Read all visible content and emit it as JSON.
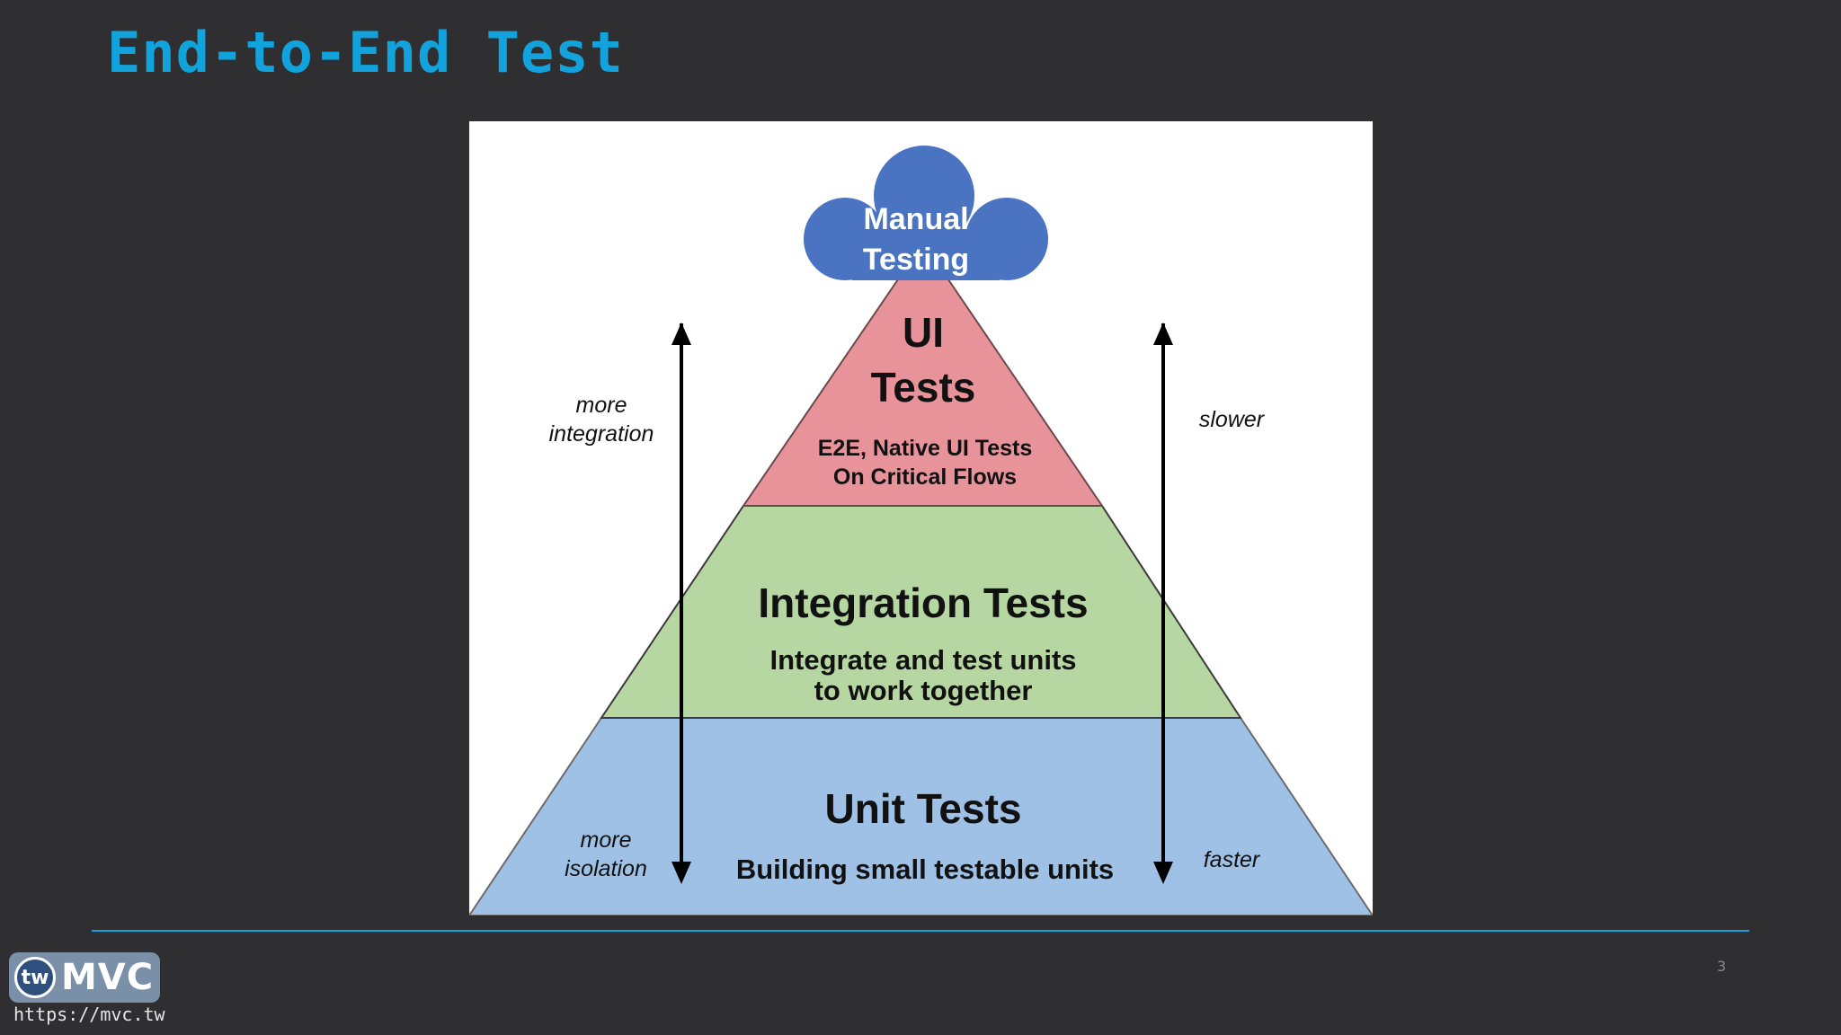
{
  "slide": {
    "title": "End-to-End Test",
    "page_number": "3"
  },
  "diagram": {
    "cloud": {
      "line1": "Manual",
      "line2": "Testing"
    },
    "ui_tests": {
      "title_line1": "UI",
      "title_line2": "Tests",
      "desc_line1": "E2E, Native UI Tests",
      "desc_line2": "On Critical Flows"
    },
    "integration_tests": {
      "title": "Integration Tests",
      "desc_line1": "Integrate and test units",
      "desc_line2": "to work together"
    },
    "unit_tests": {
      "title": "Unit Tests",
      "desc": "Building small testable units"
    },
    "left_axis": {
      "top_line1": "more",
      "top_line2": "integration",
      "bottom_line1": "more",
      "bottom_line2": "isolation"
    },
    "right_axis": {
      "top": "slower",
      "bottom": "faster"
    },
    "colors": {
      "cloud": "#4a73c2",
      "ui_layer": "#e8939a",
      "integration_layer": "#b7d7a2",
      "unit_layer": "#9fc1e5"
    }
  },
  "footer": {
    "logo_badge": "tw",
    "logo_word": "MVC",
    "url": "https://mvc.tw"
  }
}
